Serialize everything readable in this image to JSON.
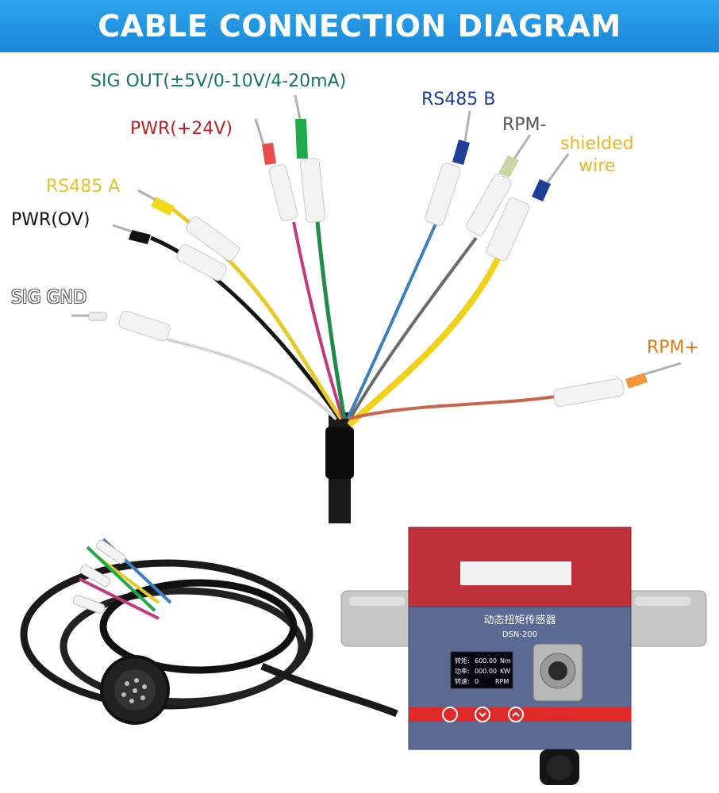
{
  "header": {
    "title": "CABLE CONNECTION DIAGRAM"
  },
  "labels": {
    "sig_out": "SIG OUT(±5V/0-10V/4-20mA)",
    "pwr_24v": "PWR(+24V)",
    "rs485_a": "RS485 A",
    "pwr_0v": "PWR(OV)",
    "sig_gnd": "SIG GND",
    "rs485_b": "RS485 B",
    "rpm_minus": "RPM-",
    "shielded_line1": "shielded",
    "shielded_line2": "wire",
    "rpm_plus": "RPM+"
  },
  "device": {
    "name_cn": "动态扭矩传感器",
    "model": "DSN-200",
    "display_rows": [
      {
        "label": "转矩:",
        "value": "600.00",
        "unit": "Nm"
      },
      {
        "label": "功率:",
        "value": "000.00",
        "unit": "KW"
      },
      {
        "label": "转速:",
        "value": "0",
        "unit": "RPM"
      }
    ]
  },
  "colors": {
    "banner": "#1b8fe0",
    "sig_out": "#15755d",
    "pwr_24v": "#b81f23",
    "rs485_a": "#e8c12a",
    "pwr_0v": "#111111",
    "rs485_b": "#1d3f9a",
    "rpm_minus": "#555555",
    "shielded": "#e8b720",
    "rpm_plus": "#e07a16",
    "device_body": "#c0303a",
    "device_panel": "#5a6a92"
  }
}
